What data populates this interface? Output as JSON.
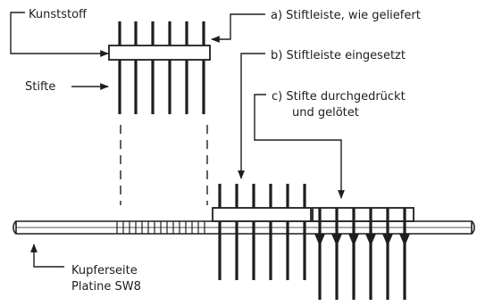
{
  "labels": {
    "kunststoff": "Kunststoff",
    "stifte": "Stifte",
    "kupferseite_1": "Kupferseite",
    "kupferseite_2": "Platine SW8",
    "step_a": "a) Stiftleiste, wie geliefert",
    "step_b": "b) Stiftleiste eingesetzt",
    "step_c_1": "c) Stifte durchgedrückt",
    "step_c_2": "und gelötet"
  },
  "colors": {
    "ink": "#1e1e1e",
    "background": "#ffffff"
  }
}
